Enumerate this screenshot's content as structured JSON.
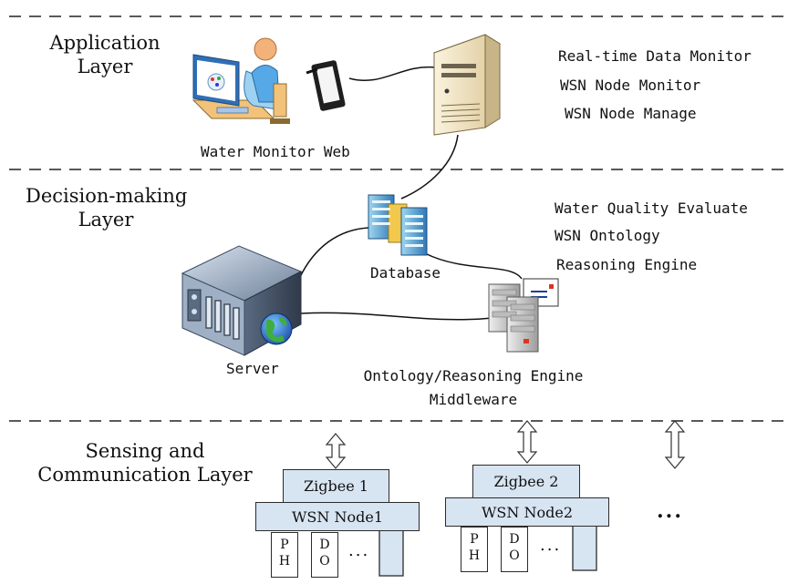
{
  "layers": {
    "application": {
      "line1": "Application",
      "line2": "Layer"
    },
    "decision": {
      "line1": "Decision-making",
      "line2": "Layer"
    },
    "sensing": {
      "line1": "Sensing and",
      "line2": "Communication Layer"
    }
  },
  "application_features": [
    "Real-time Data Monitor",
    "WSN Node Monitor",
    "WSN Node Manage"
  ],
  "decision_features": [
    "Water Quality Evaluate",
    "WSN Ontology",
    "Reasoning Engine"
  ],
  "captions": {
    "web": "Water Monitor Web",
    "database": "Database",
    "server": "Server",
    "middleware_line1": "Ontology/Reasoning Engine",
    "middleware_line2": "Middleware"
  },
  "nodes": [
    {
      "zigbee": "Zigbee 1",
      "node": "WSN Node1",
      "sensors": [
        [
          "P",
          "H"
        ],
        [
          "D",
          "O"
        ]
      ],
      "more": "..."
    },
    {
      "zigbee": "Zigbee 2",
      "node": "WSN Node2",
      "sensors": [
        [
          "P",
          "H"
        ],
        [
          "D",
          "O"
        ]
      ],
      "more": "..."
    }
  ],
  "more_nodes": "...",
  "colors": {
    "box_fill": "#d7e4f2",
    "stroke": "#2b2b2b"
  },
  "icons": [
    "computer-user-icon",
    "tablet-icon",
    "tower-server-icon",
    "database-icon",
    "rack-server-icon",
    "globe-icon",
    "mail-server-icon",
    "double-arrow-icon"
  ]
}
